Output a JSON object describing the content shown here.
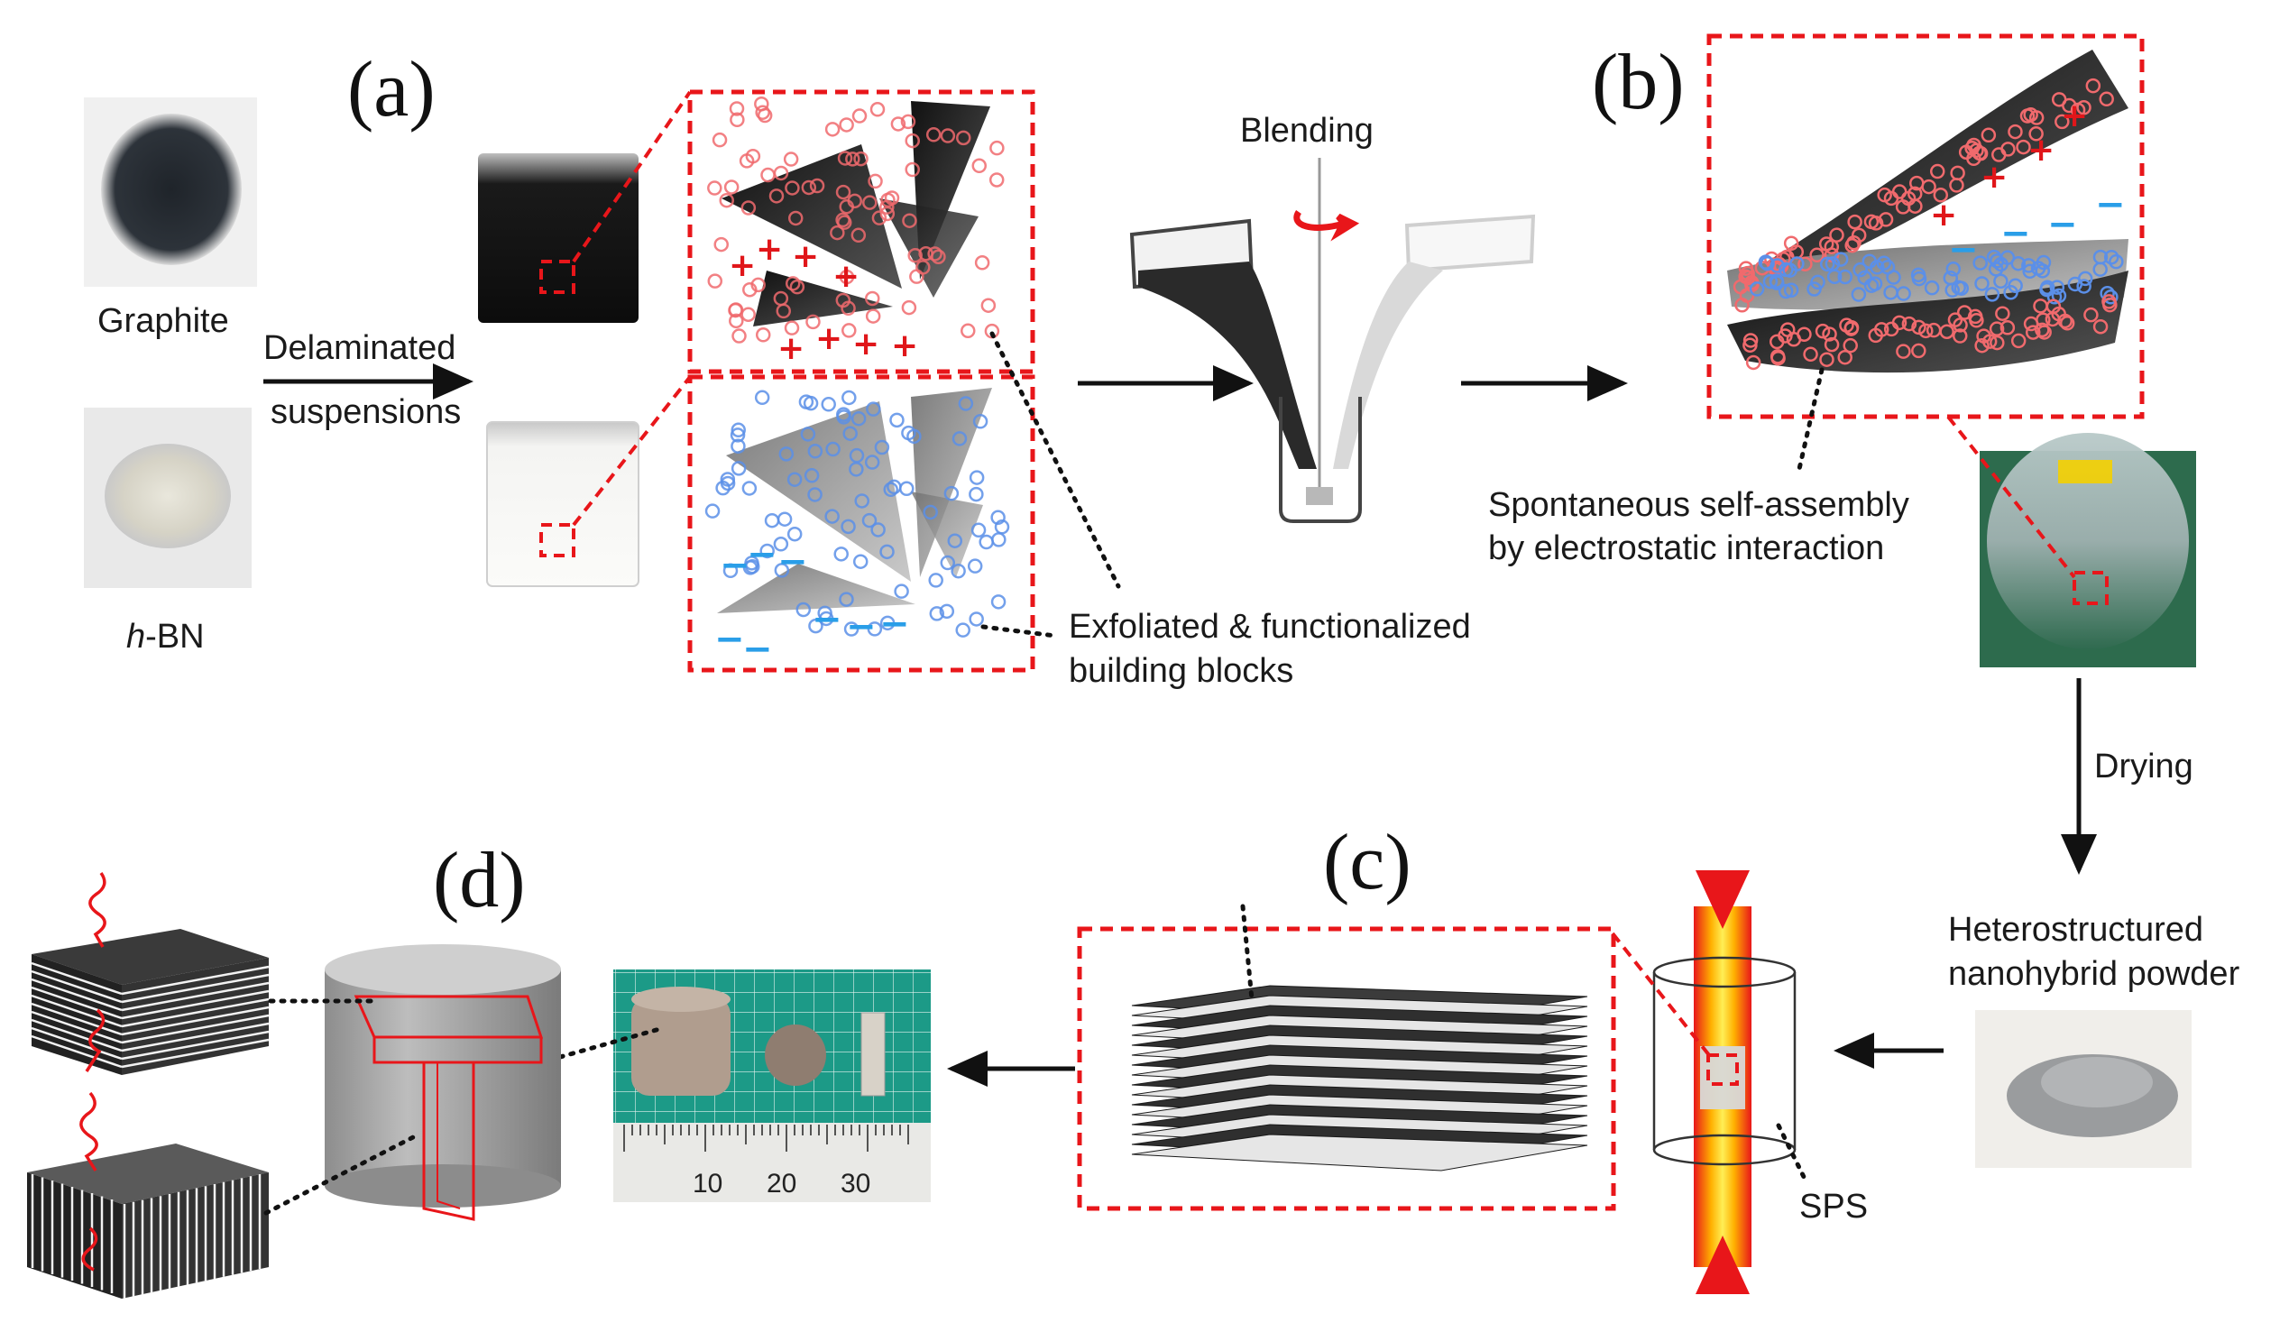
{
  "panels": {
    "a": "(a)",
    "b": "(b)",
    "c": "(c)",
    "d": "(d)"
  },
  "materials": {
    "graphite": "Graphite",
    "hbn_italic": "h",
    "hbn_rest": "-BN"
  },
  "steps": {
    "delaminated_line1": "Delaminated",
    "delaminated_line2": "suspensions",
    "blending": "Blending",
    "exfoliated_line1": "Exfoliated & functionalized",
    "exfoliated_line2": "building blocks",
    "self_assembly_line1": "Spontaneous self-assembly",
    "self_assembly_line2": "by electrostatic interaction",
    "drying": "Drying",
    "powder_line1": "Heterostructured",
    "powder_line2": "nanohybrid powder",
    "sps": "SPS"
  },
  "ruler": {
    "ticks": [
      "10",
      "20",
      "30"
    ]
  },
  "charges": {
    "positive": "+",
    "negative": "−"
  },
  "colors": {
    "accent_red": "#e8161a",
    "negative_blue": "#2a9ee8",
    "graphite_dark": "#2b2b2b",
    "hbn_gray": "#9a9a9a"
  }
}
